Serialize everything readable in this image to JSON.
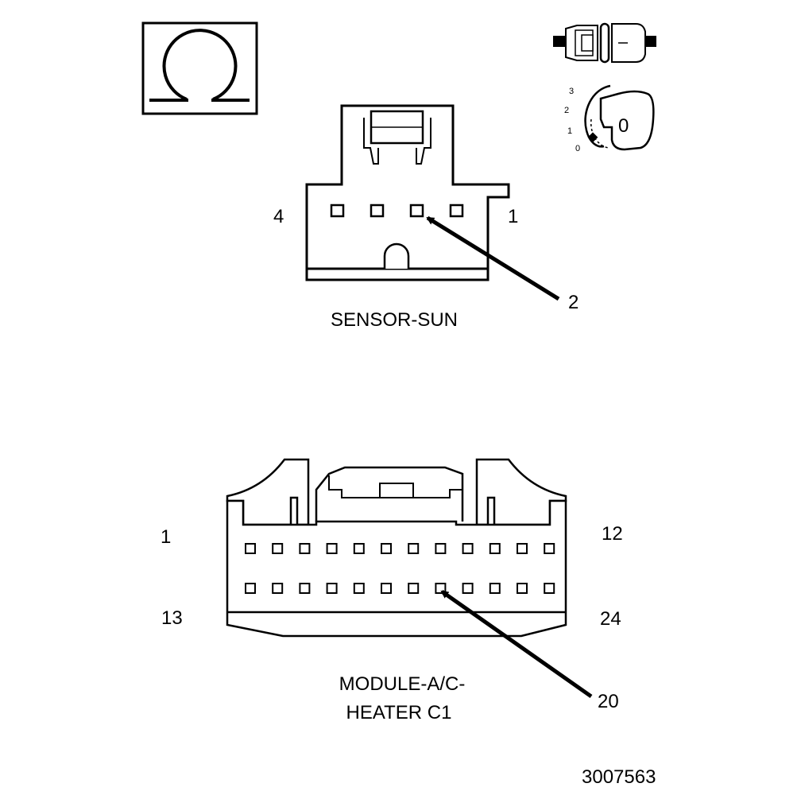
{
  "symbols": {
    "ohm_icon": "ohmmeter-icon",
    "connector_icon": "disconnected-connector-icon",
    "ignition_icon": "ignition-key-icon",
    "ignition_positions": [
      "3",
      "2",
      "1",
      "0"
    ],
    "ignition_key_position": "0"
  },
  "sensor_sun": {
    "name": "SENSOR-SUN",
    "pin_left": "4",
    "pin_right": "1",
    "callout": "2"
  },
  "module_ac_heater": {
    "name_line1": "MODULE-A/C-",
    "name_line2": "HEATER C1",
    "pin_top_left": "1",
    "pin_top_right": "12",
    "pin_bottom_left": "13",
    "pin_bottom_right": "24",
    "callout": "20"
  },
  "figure_id": "3007563",
  "colors": {
    "ink": "#000000",
    "paper": "#ffffff"
  }
}
